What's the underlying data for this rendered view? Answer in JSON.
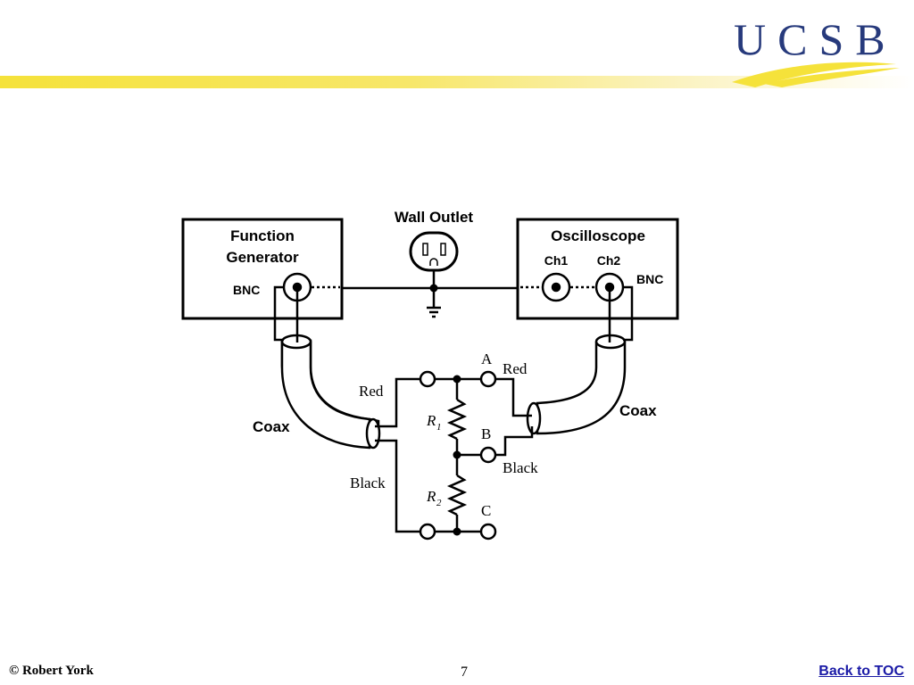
{
  "logo": {
    "text": "UCSB"
  },
  "diagram": {
    "wall_outlet": "Wall Outlet",
    "function_generator_line1": "Function",
    "function_generator_line2": "Generator",
    "fg_bnc": "BNC",
    "oscilloscope": "Oscilloscope",
    "ch1": "Ch1",
    "ch2": "Ch2",
    "scope_bnc": "BNC",
    "coax_left": "Coax",
    "coax_right": "Coax",
    "red_left": "Red",
    "black_left": "Black",
    "red_right": "Red",
    "black_right": "Black",
    "node_a": "A",
    "node_b": "B",
    "node_c": "C",
    "r1_letter": "R",
    "r1_sub": "1",
    "r2_letter": "R",
    "r2_sub": "2"
  },
  "footer": {
    "copyright": "©  Robert York",
    "page_number": "7",
    "back_link": "Back to TOC"
  },
  "colors": {
    "logo_blue": "#273a7c",
    "logo_yellow": "#f5e23a",
    "link": "#1a1aa6"
  }
}
